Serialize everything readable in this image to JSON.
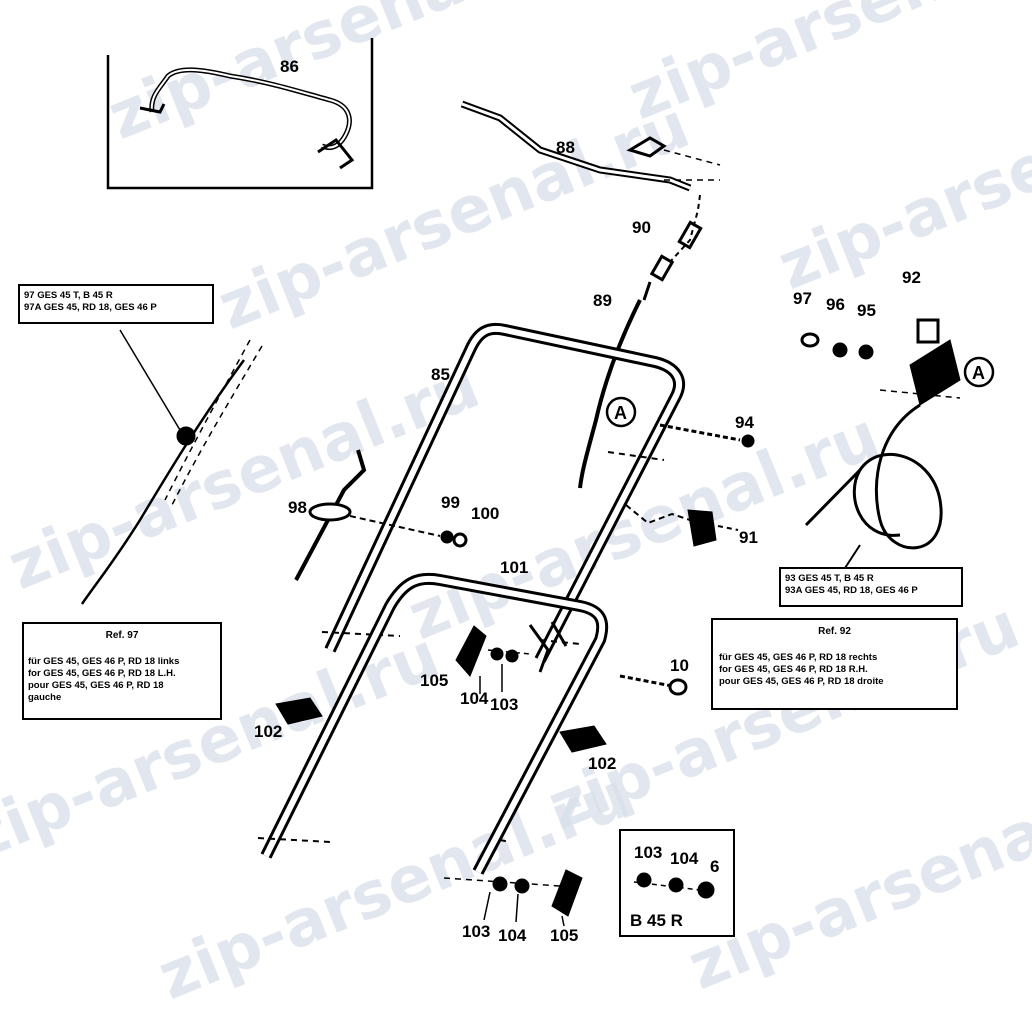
{
  "watermark": "zip-arsenal.ru",
  "part_numbers": {
    "p86": "86",
    "p88": "88",
    "p90": "90",
    "p89": "89",
    "p85": "85",
    "p92": "92",
    "p97": "97",
    "p96": "96",
    "p95": "95",
    "p94": "94",
    "p98": "98",
    "p99": "99",
    "p100": "100",
    "p91": "91",
    "p101": "101",
    "p10": "10",
    "p105a": "105",
    "p104a": "104",
    "p103a": "103",
    "p102a": "102",
    "p102b": "102",
    "p103b": "103",
    "p104b": "104",
    "p105b": "105"
  },
  "callouts": {
    "circle_a_main": "A",
    "circle_a_right": "A"
  },
  "box_97": {
    "line1": "97  GES 45 T, B 45 R",
    "line2": "97A  GES 45, RD 18, GES 46 P"
  },
  "box_93": {
    "line1": "93  GES 45 T, B 45 R",
    "line2": "93A  GES 45, RD 18, GES 46 P"
  },
  "ref_97": {
    "title": "Ref. 97",
    "line1": "für GES 45, GES 46 P, RD 18 links",
    "line2": "for GES 45, GES 46 P, RD 18 L.H.",
    "line3": "pour GES 45, GES 46 P, RD 18",
    "line4": "gauche"
  },
  "ref_92": {
    "title": "Ref. 92",
    "line1": "für GES 45, GES 46 P, RD 18 rechts",
    "line2": "for GES 45, GES 46 P, RD 18 R.H.",
    "line3": "pour GES 45, GES 46 P, RD 18 droite"
  },
  "inset_b45r": {
    "n103": "103",
    "n104": "104",
    "n6": "6",
    "model": "B 45 R"
  }
}
